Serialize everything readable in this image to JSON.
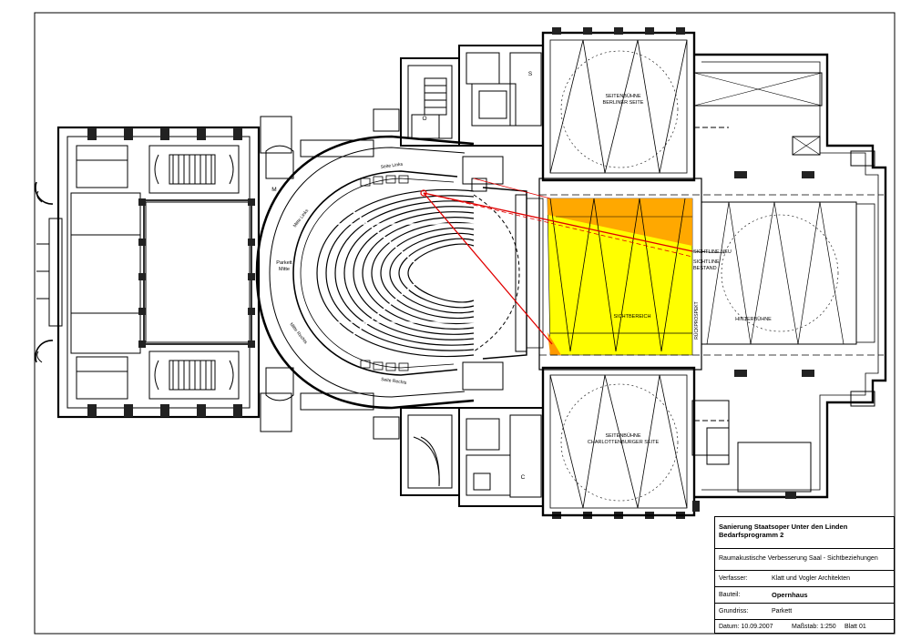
{
  "plan": {
    "rooms": {
      "seitenbuehne_berliner": [
        "SEITENBÜHNE",
        "BERLINER SEITE"
      ],
      "seitenbuehne_charlottenburger": [
        "SEITENBÜHNE",
        "CHARLOTTENBURGER SEITE"
      ],
      "sichtbereich": "SICHTBEREICH",
      "rueckprospekt": "RÜCKPROSPEKT",
      "hinterbuehne": "HINTERBÜHNE",
      "parkett_mitte": [
        "Parkett",
        "Mitte"
      ],
      "mitte_links": "Mitte Links",
      "mitte_rechts": "Mitte Rechts",
      "seite_links": "Seite Links",
      "seite_rechts": "Seite Rechts",
      "room_m": "M",
      "room_o": "O",
      "room_s": "S",
      "room_c": "C"
    },
    "sightlines": {
      "neu": "SICHTLINE NEU",
      "bestand": [
        "SICHTLINE",
        "BESTAND"
      ]
    },
    "colors": {
      "sichtbereich_fill": "#ffff00",
      "neu_area_fill": "#ff9900",
      "sightline": "#e00000",
      "linework": "#000000"
    }
  },
  "titleblock": {
    "project_line1": "Sanierung Staatsoper Unter den Linden",
    "project_line2": "Bedarfsprogramm 2",
    "subject": "Raumakustische Verbesserung Saal - Sichtbeziehungen",
    "verfasser_label": "Verfasser:",
    "verfasser_value": "Klatt und Vogler Architekten",
    "bauteil_label": "Bauteil:",
    "bauteil_value": "Opernhaus",
    "grundriss_label": "Grundriss:",
    "grundriss_value": "Parkett",
    "datum": "Datum: 10.09.2007",
    "massstab": "Maßstab: 1:250",
    "blatt": "Blatt 01"
  }
}
